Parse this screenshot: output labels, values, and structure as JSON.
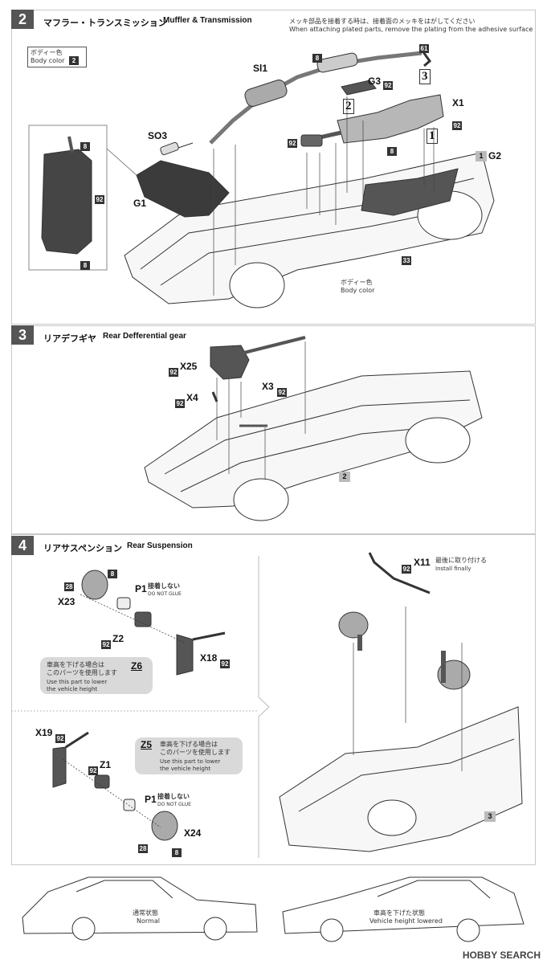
{
  "step2": {
    "number": "2",
    "title_jp": "マフラー・トランスミッション",
    "title_en": "Muffler & Transmission",
    "note_jp": "メッキ部品を接着する時は、接着面のメッキをはがしてください",
    "note_en": "When attaching plated parts, remove the plating from the adhesive surface",
    "body_color_jp": "ボディー色",
    "body_color_en": "Body color",
    "body_color_code": "2",
    "labels": {
      "sl1": "Sl1",
      "so3": "SO3",
      "g1": "G1",
      "g2": "G2",
      "g3": "G3",
      "x1": "X1",
      "c61": "61",
      "c8a": "8",
      "c8b": "8",
      "c8c": "8",
      "c8d": "8",
      "c92a": "92",
      "c92b": "92",
      "c92c": "92",
      "c92d": "92",
      "c33": "33",
      "n1": "1",
      "n2": "2",
      "n3": "3",
      "ref1": "1"
    },
    "body_note_jp": "ボディー色",
    "body_note_en": "Body color"
  },
  "step3": {
    "number": "3",
    "title_jp": "リアデフギヤ",
    "title_en": "Rear Defferential gear",
    "labels": {
      "x25": "X25",
      "x4": "X4",
      "x3": "X3",
      "c92a": "92",
      "c92b": "92",
      "c92c": "92",
      "ref2": "2"
    }
  },
  "step4": {
    "number": "4",
    "title_jp": "リアサスペンション",
    "title_en": "Rear Suspension",
    "labels": {
      "x23": "X23",
      "x18": "X18",
      "z2": "Z2",
      "z6": "Z6",
      "p1a": "P1",
      "x19": "X19",
      "z1": "Z1",
      "z5": "Z5",
      "p1b": "P1",
      "x24": "X24",
      "x11": "X11",
      "c28a": "28",
      "c28b": "28",
      "c8a": "8",
      "c8b": "8",
      "c92a": "92",
      "c92b": "92",
      "c92c": "92",
      "c92d": "92",
      "c92e": "92",
      "ref3": "3"
    },
    "no_glue_jp": "接着しない",
    "no_glue_en": "DO NOT GLUE",
    "lower_jp_1": "車高を下げる場合は",
    "lower_jp_2": "このパーツを使用します",
    "lower_en_1": "Use this part to lower",
    "lower_en_2": "the vehicle height",
    "install_jp": "最後に取り付ける",
    "install_en": "Install finally"
  },
  "bottom": {
    "normal_jp": "通常状態",
    "normal_en": "Normal",
    "lowered_jp": "車高を下げた状態",
    "lowered_en": "Vehicle height lowered"
  },
  "footer": "HOBBY SEARCH"
}
